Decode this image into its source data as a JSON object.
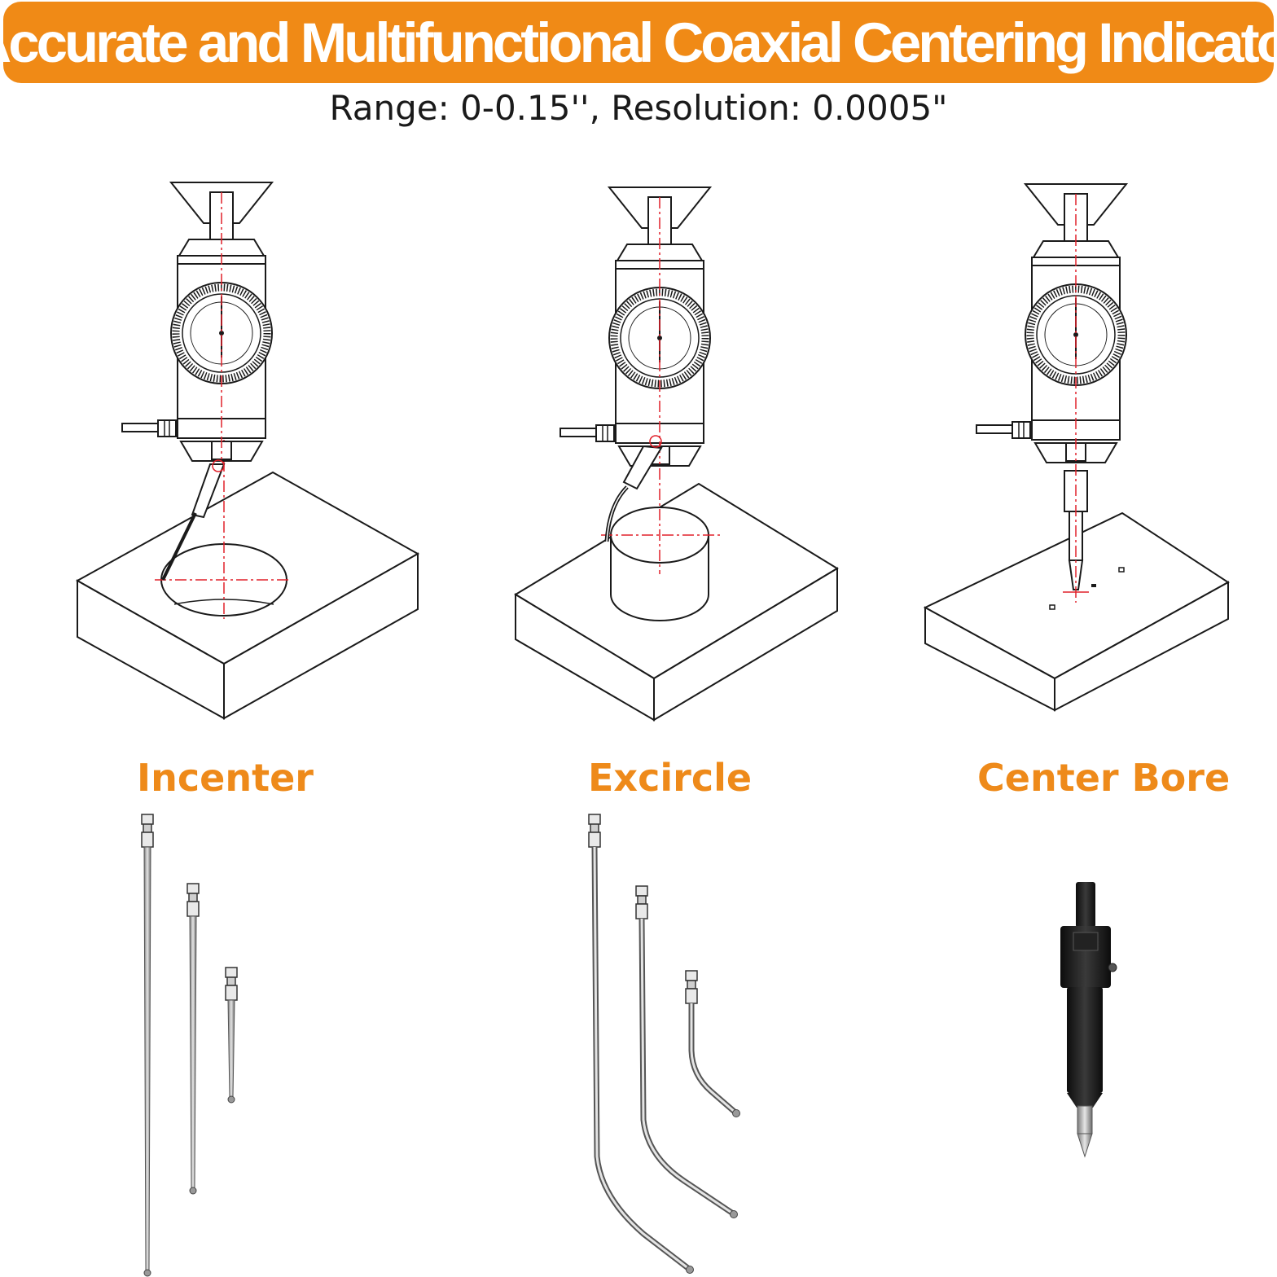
{
  "banner": {
    "title": "Accurate and Multifunctional Coaxial Centering Indicator"
  },
  "specs": {
    "text": "Range: 0-0.15'', Resolution: 0.0005\""
  },
  "modes": [
    {
      "label": "Incenter"
    },
    {
      "label": "Excircle"
    },
    {
      "label": "Center Bore"
    }
  ],
  "colors": {
    "accent": "#f08a16",
    "centerline": "#e0202a",
    "line": "#1a1a1a"
  }
}
